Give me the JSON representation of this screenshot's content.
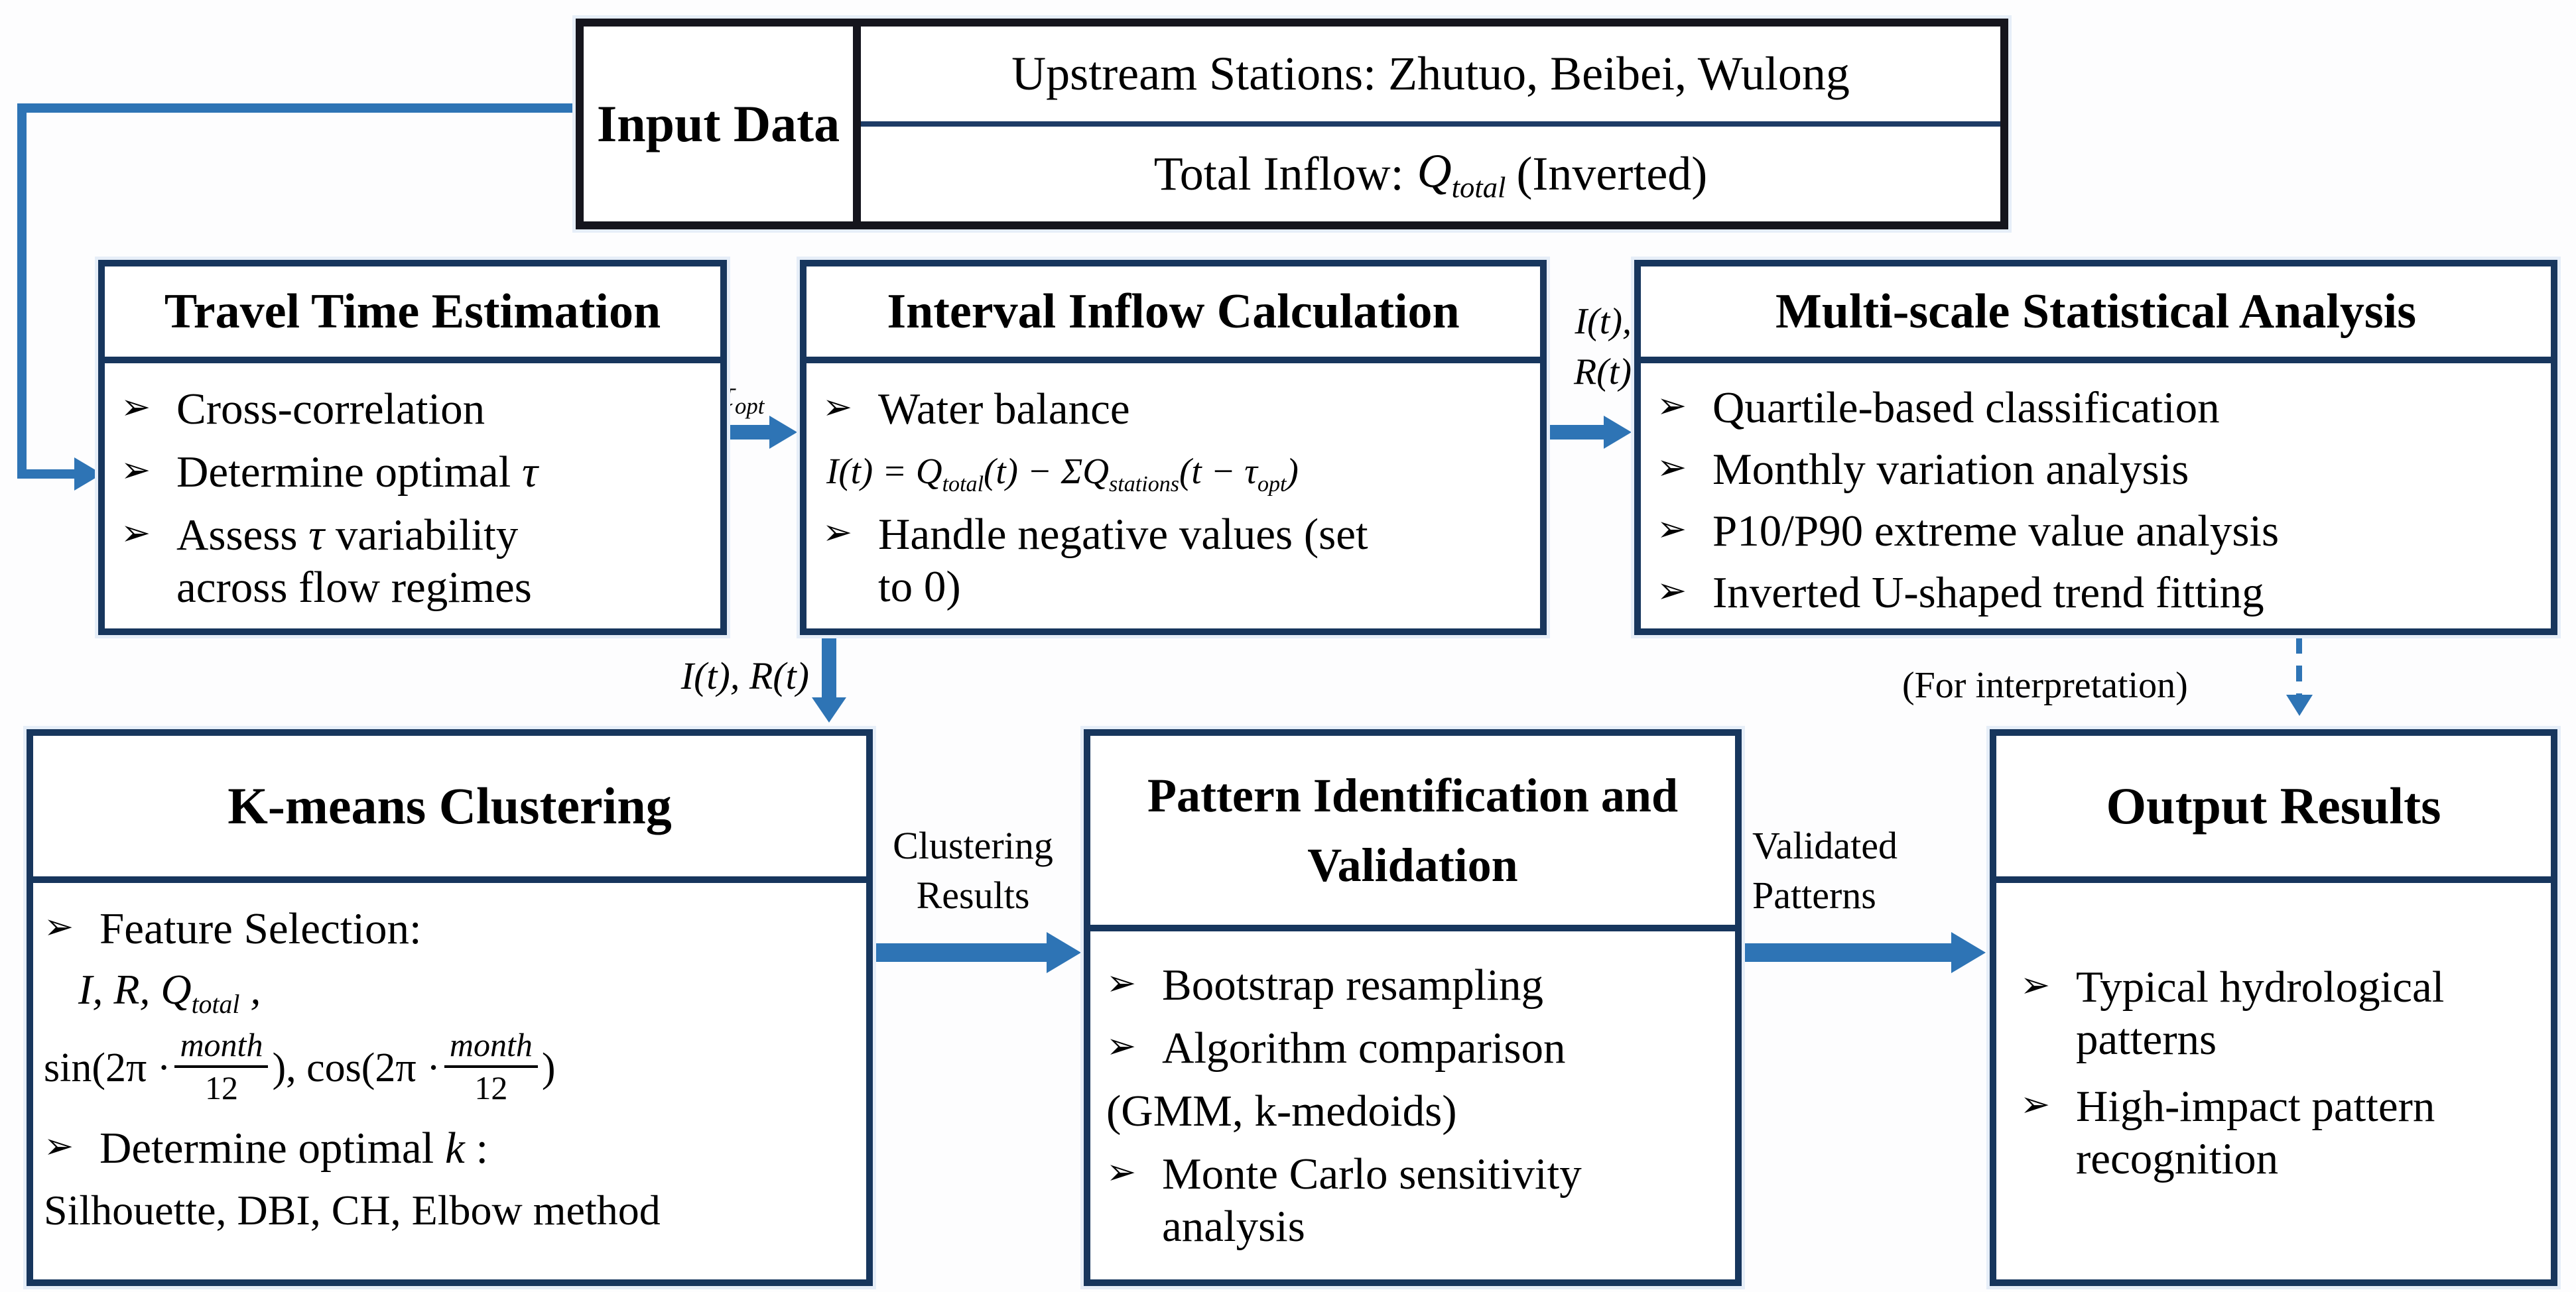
{
  "ui": {
    "bullet": "➢"
  },
  "colors": {
    "box_border": "#17365d",
    "input_outer_border": "#15151d",
    "arrow_blue": "#2e74b5",
    "text": "#000000",
    "background": "#fdfdfe"
  },
  "input_box": {
    "label": "Input Data",
    "row1": "Upstream Stations: Zhutuo,  Beibei, Wulong",
    "row2_prefix": "Total Inflow:",
    "row2_var": "Q",
    "row2_sub": "total",
    "row2_suffix": "(Inverted)"
  },
  "travel_box": {
    "title": "Travel Time Estimation",
    "item1": "Cross-correlation",
    "item2_pre": "Determine optimal ",
    "item2_math": "τ",
    "item3_l1_pre": "Assess ",
    "item3_l1_math": "τ",
    "item3_l1_post": " variability",
    "item3_l2": "across flow regimes"
  },
  "interval_box": {
    "title": "Interval Inflow Calculation",
    "item1": "Water balance",
    "formula": {
      "p1": "I(t) = Q",
      "s1": "total",
      "p2": "(t) − ΣQ",
      "s2": "stations",
      "p3": "(t − τ",
      "s3": "opt",
      "p4": ")"
    },
    "item2_l1": "Handle negative values (set",
    "item2_l2": "to 0)"
  },
  "multi_box": {
    "title": "Multi-scale Statistical Analysis",
    "item1": "Quartile-based classification",
    "item2": "Monthly variation analysis",
    "item3": "P10/P90 extreme value analysis",
    "item4": "Inverted U-shaped trend fitting"
  },
  "kmeans_box": {
    "title": "K-means Clustering",
    "item1": "Feature Selection:",
    "features": {
      "p1": "I, R, Q",
      "s1": "total",
      "p2": " ,"
    },
    "sincos": {
      "p1": "sin(2π ·",
      "num1": "month",
      "den1": "12",
      "p2": "), cos(2π ·",
      "num2": "month",
      "den2": "12",
      "p3": ")"
    },
    "item2_pre": "Determine optimal ",
    "item2_math": "k",
    "item2_tail": " :",
    "item3": "Silhouette, DBI, CH, Elbow method"
  },
  "pattern_box": {
    "title_l1": "Pattern Identification and",
    "title_l2": "Validation",
    "item1": "Bootstrap resampling",
    "item2": "Algorithm comparison",
    "item2b": "(GMM, k-medoids)",
    "item3_l1": "Monte Carlo sensitivity",
    "item3_l2": "analysis"
  },
  "output_box": {
    "title": "Output Results",
    "item1_l1": "Typical hydrological",
    "item1_l2": "patterns",
    "item2_l1": "High-impact pattern",
    "item2_l2": "recognition"
  },
  "labels": {
    "tau_opt_base": "τ",
    "tau_opt_sub": "opt",
    "it_rt_stack_l1": "I(t),",
    "it_rt_stack_l2": "R(t)",
    "it_rt_inline": "I(t), R(t)",
    "for_interpretation": "(For interpretation)",
    "clustering_l1": "Clustering",
    "clustering_l2": "Results",
    "validated_l1": "Validated",
    "validated_l2": "Patterns"
  }
}
